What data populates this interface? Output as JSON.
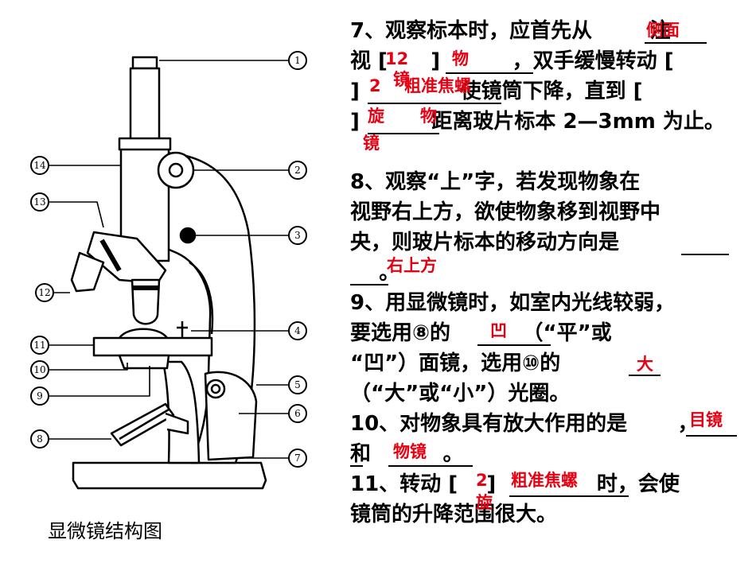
{
  "diagram": {
    "caption": "显微镜结构图",
    "part_numbers": [
      "①",
      "②",
      "③",
      "④",
      "⑤",
      "⑥",
      "⑦",
      "⑧",
      "⑨",
      "⑩",
      "⑪",
      "⑫",
      "⑬",
      "⑭"
    ]
  },
  "questions": {
    "q7": {
      "line1": "7、观察标本时，应首先从        注",
      "line2": "视 [      ]          ，双手缓慢转动 [",
      "line3": "]              使镜筒下降，直到 [",
      "line4": "]          距离玻片标本 2—3mm 为止。"
    },
    "q8": {
      "line1": "8、观察“上”字，若发现物象在",
      "line2": "视野右上方，欲使物象移到视野中",
      "line3": "央，则玻片标本的移动方向是",
      "line4": "    。"
    },
    "q9": {
      "line1": "9、用显微镜时，如室内光线较弱，",
      "line2": "要选用⑧的          （“平”或",
      "line3": "“凹”）面镜，选用⑩的",
      "line4": "（“大”或“小”）光圈。"
    },
    "q10": {
      "line1": "10、对物象具有放大作用的是       ，",
      "line2": "和          。"
    },
    "q11": {
      "line1": "11、转动 [    ]              时，会使",
      "line2": "镜筒的升降范围很大。"
    }
  },
  "answers": {
    "a_side": "侧面",
    "a_12": "12",
    "a_wu1": "物",
    "a_jing1": "镜",
    "a_2a": "2",
    "a_coarse1": "粗准焦螺",
    "a_xuan1": "旋",
    "a_wu2": "物",
    "a_jing2": "镜",
    "a_dir": "右上方",
    "a_concave": "凹",
    "a_big": "大",
    "a_eyepiece": "目镜",
    "a_objective": "物镜",
    "a_2b": "2",
    "a_coarse2": "粗准焦螺",
    "a_xuan2": "旋"
  },
  "colors": {
    "answer": "#e60012",
    "text": "#000000"
  }
}
